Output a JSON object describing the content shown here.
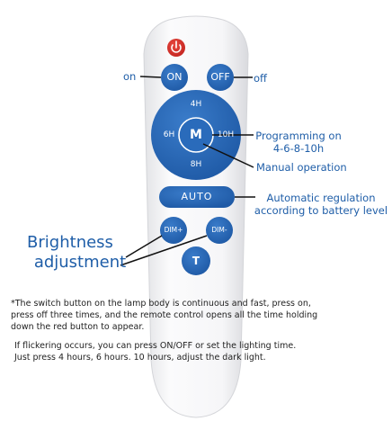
{
  "colors": {
    "button_blue": "#2567b5",
    "label_blue": "#1f5ea8",
    "power_red": "#d8322c",
    "remote_body": "#f4f4f6",
    "line": "#111111"
  },
  "icons": {
    "power": "power-icon"
  },
  "buttons": {
    "on": "ON",
    "off": "OFF",
    "h4": "4H",
    "h6": "6H",
    "m": "M",
    "h10": "10H",
    "h8": "8H",
    "auto": "AUTO",
    "dim_plus": "DIM+",
    "dim_minus": "DIM-",
    "timer": "T"
  },
  "labels": {
    "on": "on",
    "off": "off",
    "programming_1": "Programming on",
    "programming_2": "4-6-8-10h",
    "manual": "Manual operation",
    "auto_1": "Automatic regulation",
    "auto_2": "according to battery level",
    "brightness_1": "Brightness",
    "brightness_2": "adjustment"
  },
  "notes": {
    "line1": "*The switch button on the lamp body is continuous and fast, press on,",
    "line2": "press off three times, and the remote control opens all the time holding",
    "line3": "down the red button to appear.",
    "line4": "If flickering occurs, you can press ON/OFF or set the lighting time.",
    "line5": "Just press 4 hours, 6 hours. 10 hours, adjust the dark light."
  }
}
